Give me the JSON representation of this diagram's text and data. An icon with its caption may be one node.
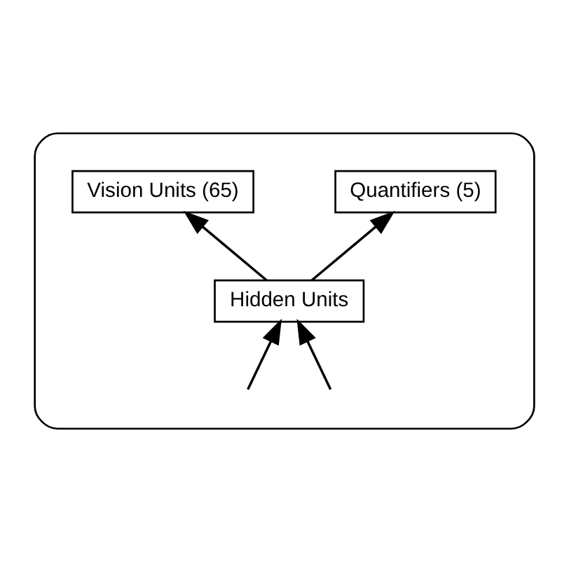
{
  "diagram": {
    "nodes": [
      {
        "text": [],
        "shape": "box"
      },
      {
        "text": [
          "Vision Units (65)"
        ],
        "in": 0
      },
      {
        "text": [
          "Quantifiers (5)"
        ],
        "in": 0
      },
      {
        "text": [
          "Hidden Units"
        ],
        "in": 0
      }
    ],
    "edges": [
      {
        "from": 3,
        "to": 1,
        "arrow": "to"
      },
      {
        "from": 3,
        "to": 2,
        "arrow": "to"
      },
      {
        "from": null,
        "to": 3,
        "arrow": "to"
      },
      {
        "from": null,
        "to": 3,
        "arrow": "to"
      }
    ]
  }
}
